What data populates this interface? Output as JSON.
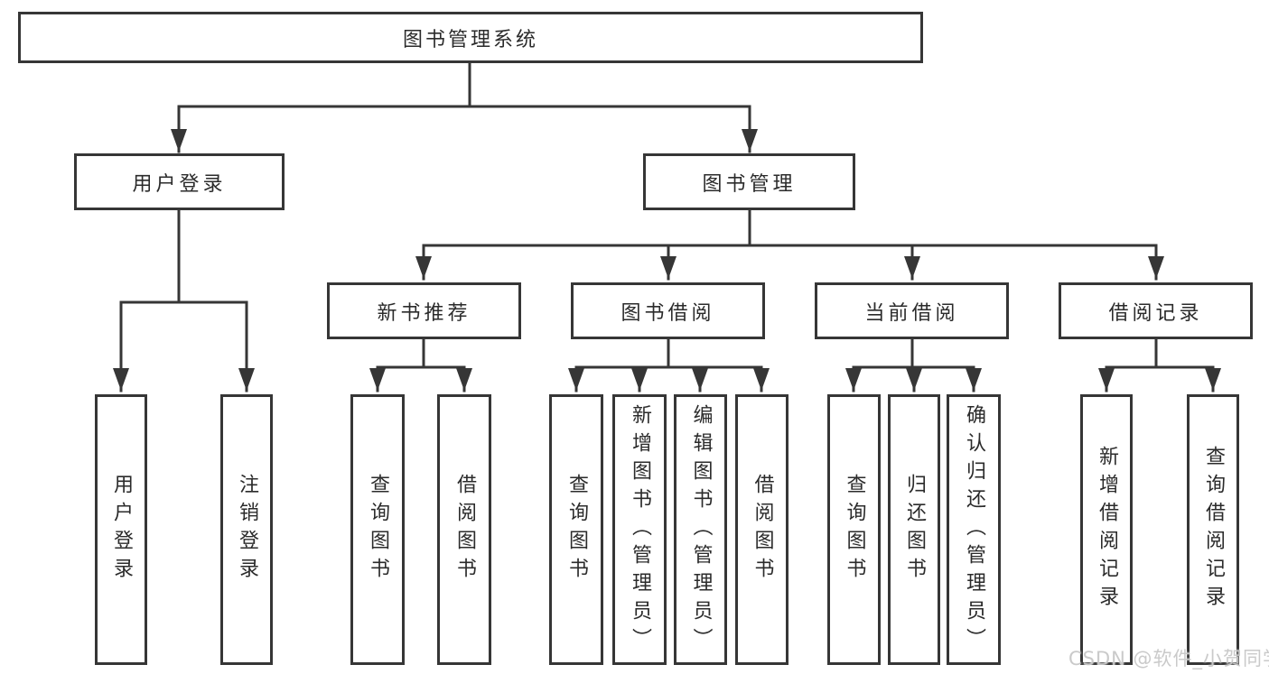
{
  "diagram_title": "图书管理系统",
  "tree": {
    "label": "图书管理系统",
    "children": [
      {
        "label": "用户登录",
        "children": [
          {
            "label": "用户登录"
          },
          {
            "label": "注销登录"
          }
        ]
      },
      {
        "label": "图书管理",
        "children": [
          {
            "label": "新书推荐",
            "children": [
              {
                "label": "查询图书"
              },
              {
                "label": "借阅图书"
              }
            ]
          },
          {
            "label": "图书借阅",
            "children": [
              {
                "label": "查询图书"
              },
              {
                "label": "新增图书（管理员）"
              },
              {
                "label": "编辑图书（管理员）"
              },
              {
                "label": "借阅图书"
              }
            ]
          },
          {
            "label": "当前借阅",
            "children": [
              {
                "label": "查询图书"
              },
              {
                "label": "归还图书"
              },
              {
                "label": "确认归还（管理员）"
              }
            ]
          },
          {
            "label": "借阅记录",
            "children": [
              {
                "label": "新增借阅记录"
              },
              {
                "label": "查询借阅记录"
              }
            ]
          }
        ]
      }
    ]
  },
  "watermark": {
    "text": "CSDN @软件_小贺同学"
  },
  "colors": {
    "line": "#363636",
    "text": "#2b2b2b",
    "watermark": "#c5c5c5",
    "background": "#ffffff"
  }
}
